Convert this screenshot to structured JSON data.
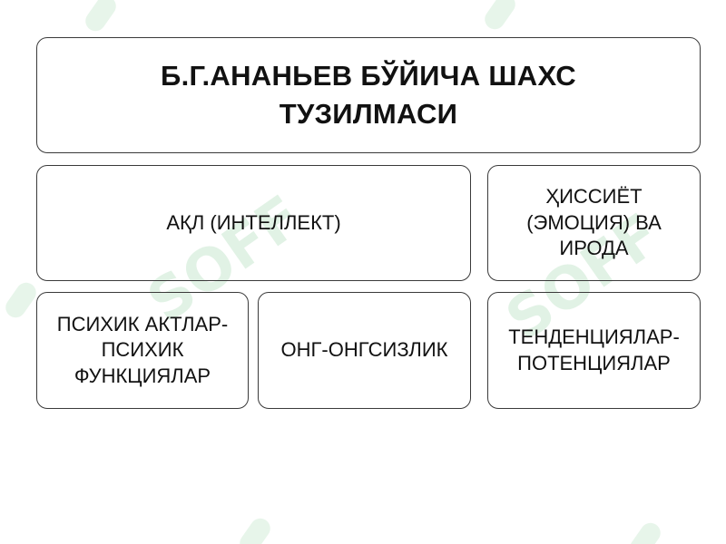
{
  "diagram": {
    "title": "Б.Г.АНАНЬЕВ БЎЙИЧА ШАХС\nТУЗИЛМАСИ",
    "nodes": {
      "intellect": "АҚЛ (ИНТЕЛЛЕКТ)",
      "emotion_will": "ҲИССИЁТ\n(ЭМОЦИЯ) ВА\nИРОДА",
      "psychic_acts": "ПСИХИК АКТЛАР-\nПСИХИК\nФУНКЦИЯЛАР",
      "conscious_unconscious": "ОНГ-ОНГСИЗЛИК",
      "tendencies": "ТЕНДЕНЦИЯЛАР-\nПОТЕНЦИЯЛАР"
    }
  },
  "watermark": {
    "text": "SOFF",
    "color": "#d8eedd"
  }
}
